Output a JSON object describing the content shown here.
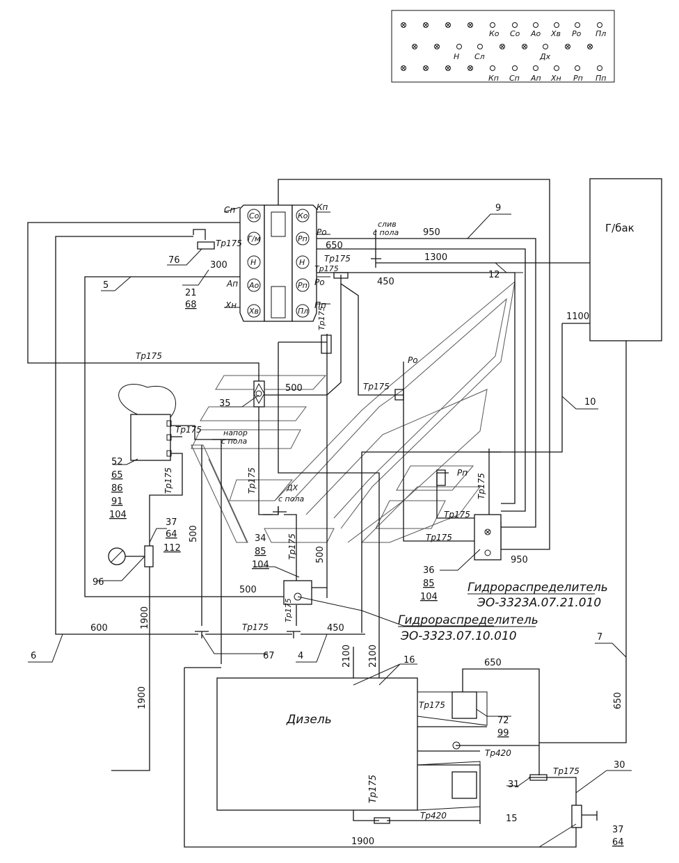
{
  "legend_panel": {
    "row1": [
      "Ко",
      "Со",
      "Ао",
      "Хв",
      "Ро",
      "Пл"
    ],
    "row2": [
      "Н",
      "Сл",
      "Дх"
    ],
    "row3": [
      "Кп",
      "Сп",
      "Ап",
      "Хн",
      "Рп",
      "Пп"
    ]
  },
  "tank": {
    "label": "Г/бак"
  },
  "engine": {
    "label": "Дизель"
  },
  "distributors": {
    "main": {
      "title": "Гидрораспределитель",
      "code": "ЭО-3323А.07.21.010"
    },
    "secondary": {
      "title": "Гидрораспределитель",
      "code": "ЭО-3323.07.10.010"
    }
  },
  "control_block": {
    "left_labels": [
      "Сп",
      "Ап",
      "Хн"
    ],
    "right_labels": [
      "Кп",
      "Ро",
      "Ро",
      "Пп"
    ],
    "buttons": [
      "Со",
      "Г/м",
      "Н",
      "Ао",
      "Хв",
      "Ко",
      "Рп",
      "Н",
      "Рп",
      "Пл"
    ]
  },
  "notes": {
    "drain": [
      "слив",
      "с пола"
    ],
    "pressure": [
      "напор",
      "с пола"
    ],
    "dx": [
      "ДХ",
      "с пола"
    ]
  },
  "labels": {
    "tp175": "Тр175",
    "tp420": "Тр420",
    "ro": "Ро",
    "rp": "Рп"
  },
  "dimensions": {
    "d950a": "950",
    "d650a": "650",
    "d1300": "1300",
    "d450a": "450",
    "d300": "300",
    "d1100": "1100",
    "d500a": "500",
    "d500b": "500",
    "d500c": "500",
    "d500d": "500",
    "d950b": "950",
    "d600": "600",
    "d1900a": "1900",
    "d1900b": "1900",
    "d1900c": "1900",
    "d450b": "450",
    "d2100a": "2100",
    "d2100b": "2100",
    "d650b": "650",
    "d650c": "650"
  },
  "callouts": {
    "c9": "9",
    "c12": "12",
    "c10": "10",
    "c7": "7",
    "c5": "5",
    "c6": "6",
    "c4": "4",
    "c67": "67",
    "c76": "76",
    "c21": "21",
    "c68": "68",
    "c35": "35",
    "c96": "96",
    "c16": "16",
    "c15": "15",
    "c30": "30",
    "c31": "31",
    "c52": [
      "52",
      "65",
      "86",
      "91",
      "104"
    ],
    "c37a": [
      "37",
      "64",
      "112"
    ],
    "c34": [
      "34",
      "85",
      "104"
    ],
    "c36": [
      "36",
      "85",
      "104"
    ],
    "c72": [
      "72",
      "99"
    ],
    "c37b": [
      "37",
      "64"
    ]
  }
}
